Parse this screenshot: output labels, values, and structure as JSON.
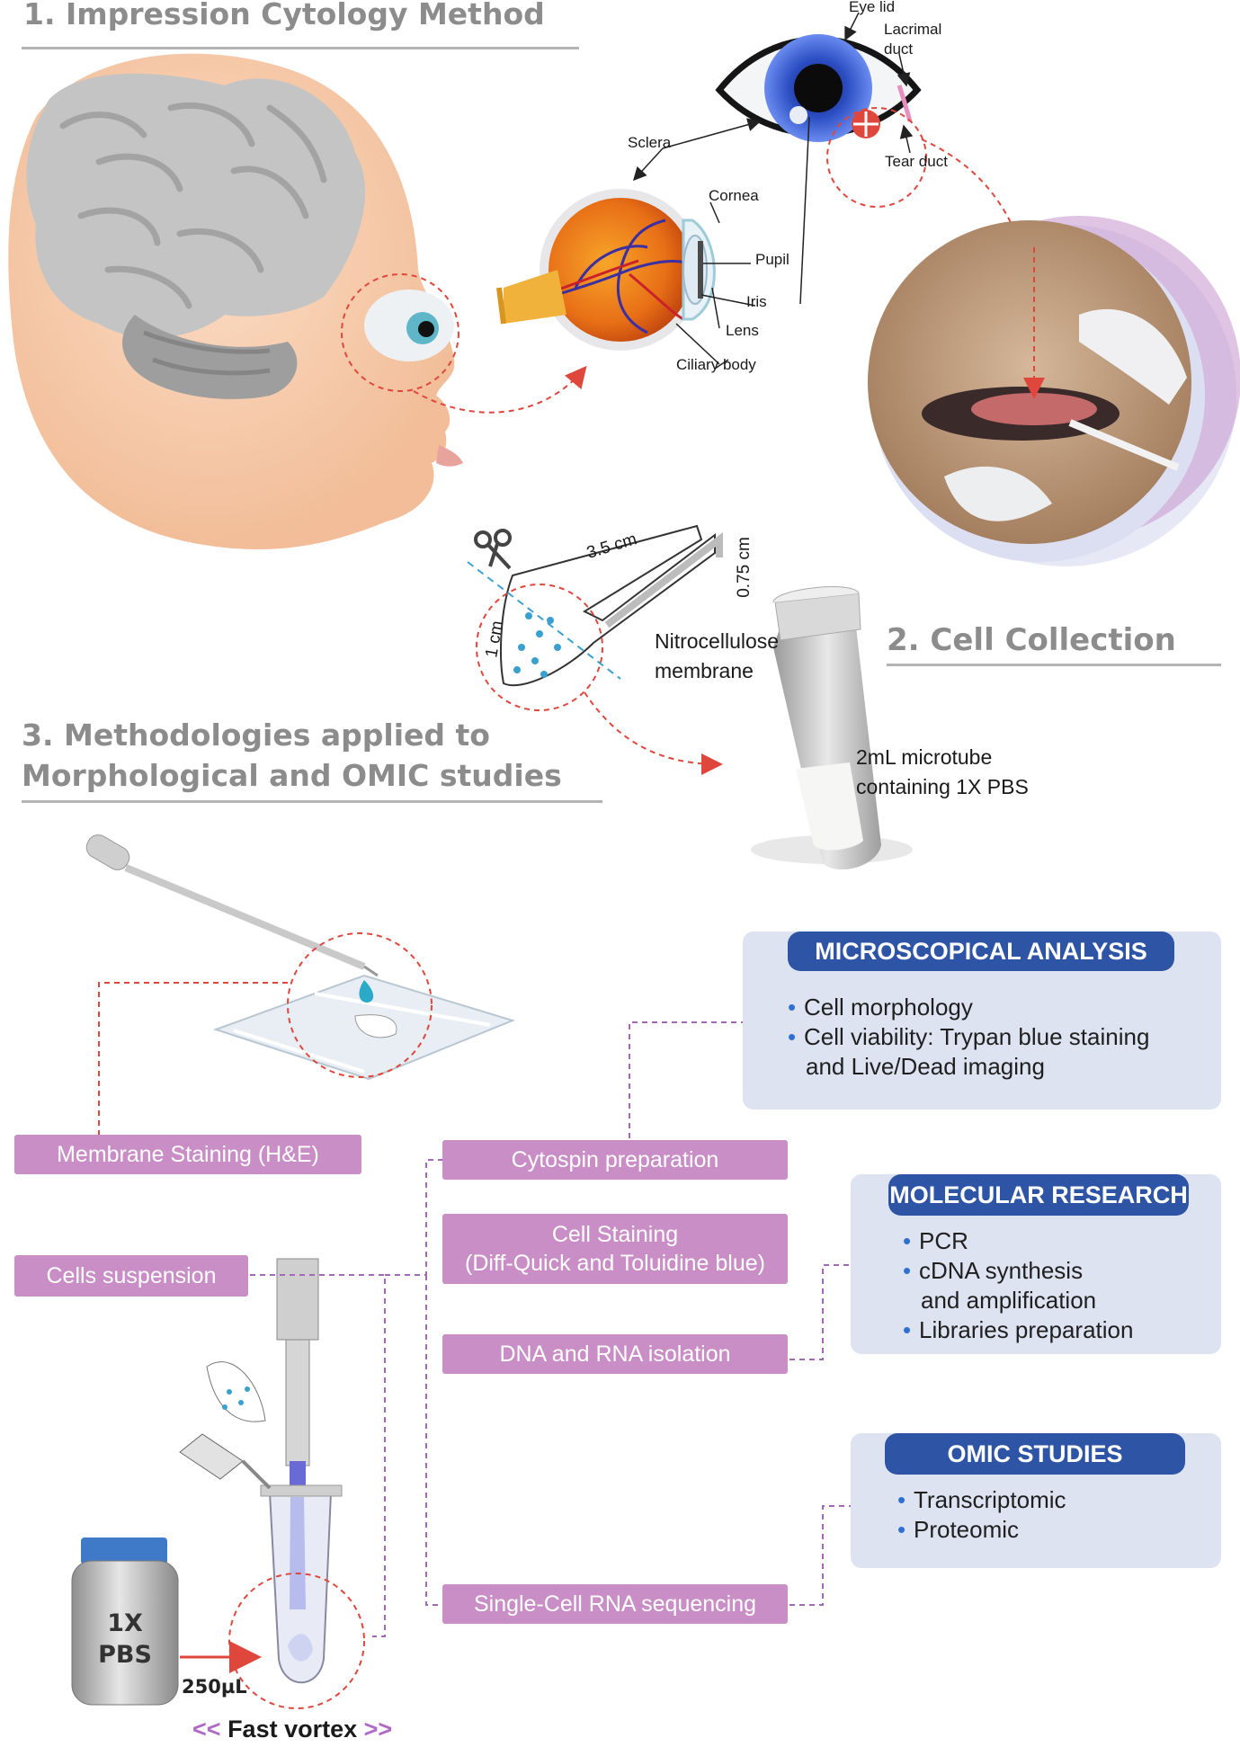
{
  "sections": {
    "impression": "1. Impression Cytology Method",
    "collection": "2. Cell Collection",
    "methodologies_line1": "3. Methodologies applied to",
    "methodologies_line2": "Morphological and OMIC studies"
  },
  "eye_labels": {
    "eye_lid": "Eye lid",
    "lacrimal_line1": "Lacrimal",
    "lacrimal_line2": "duct",
    "tear_duct": "Tear duct",
    "sclera": "Sclera",
    "cornea": "Cornea",
    "pupil": "Pupil",
    "iris": "Iris",
    "lens": "Lens",
    "ciliary_body": "Ciliary body"
  },
  "membrane": {
    "length": "3.5 cm",
    "width": "0.75 cm",
    "tip": "1 cm",
    "label_line1": "Nitrocellulose",
    "label_line2": "membrane"
  },
  "microtube": {
    "line1": "2mL microtube",
    "line2": "containing 1X PBS"
  },
  "steps": {
    "membrane_staining": "Membrane Staining (H&E)",
    "cells_suspension": "Cells suspension",
    "cytospin": "Cytospin preparation",
    "cell_staining_line1": "Cell Staining",
    "cell_staining_line2": "(Diff-Quick and Toluidine blue)",
    "dna_rna": "DNA and RNA isolation",
    "single_cell": "Single-Cell RNA sequencing"
  },
  "panels": {
    "microscopical": {
      "title": "MICROSCOPICAL ANALYSIS",
      "items": [
        "Cell morphology",
        "Cell viability: Trypan blue staining"
      ],
      "continuation": "and Live/Dead imaging"
    },
    "molecular": {
      "title": "MOLECULAR RESEARCH",
      "item1": "PCR",
      "item2": "cDNA synthesis",
      "item2_cont": "and amplification",
      "item3": "Libraries preparation"
    },
    "omic": {
      "title": "OMIC STUDIES",
      "items": [
        "Transcriptomic",
        "Proteomic"
      ]
    }
  },
  "pbs": {
    "line1": "1X",
    "line2": "PBS",
    "volume": "250µL"
  },
  "vortex": {
    "left": "<<",
    "text": "Fast vortex",
    "right": ">>"
  },
  "colors": {
    "title_gray": "#8c8c8c",
    "pill_pink": "#c98ec6",
    "panel_bg": "#dde3f1",
    "panel_head": "#2e54a6",
    "dash_red": "#e0473c",
    "dash_purple": "#a468b8",
    "skin": "#f6c9a9",
    "brain": "#bdbdbd"
  }
}
